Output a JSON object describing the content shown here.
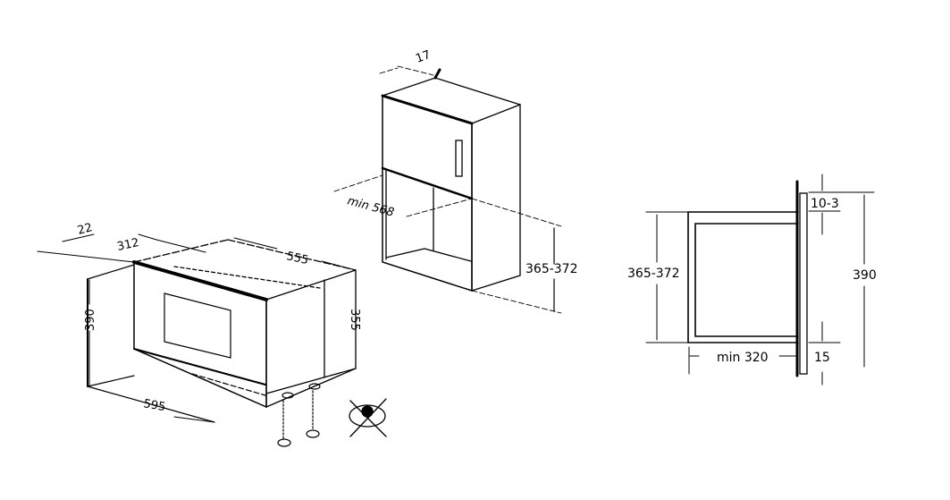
{
  "left_view": {
    "dim_depth_top": "22",
    "dim_312": "312",
    "dim_555": "555",
    "dim_390": "390",
    "dim_355": "355",
    "dim_595": "595"
  },
  "middle_view": {
    "dim_top": "17",
    "dim_min_width": "min 568",
    "dim_height": "365-372"
  },
  "right_view": {
    "dim_height": "365-372",
    "dim_390": "390",
    "dim_top_gap": "10-3",
    "dim_bottom_gap": "15",
    "dim_min_depth": "min 320"
  },
  "colors": {
    "line": "#000000",
    "background": "#ffffff"
  }
}
